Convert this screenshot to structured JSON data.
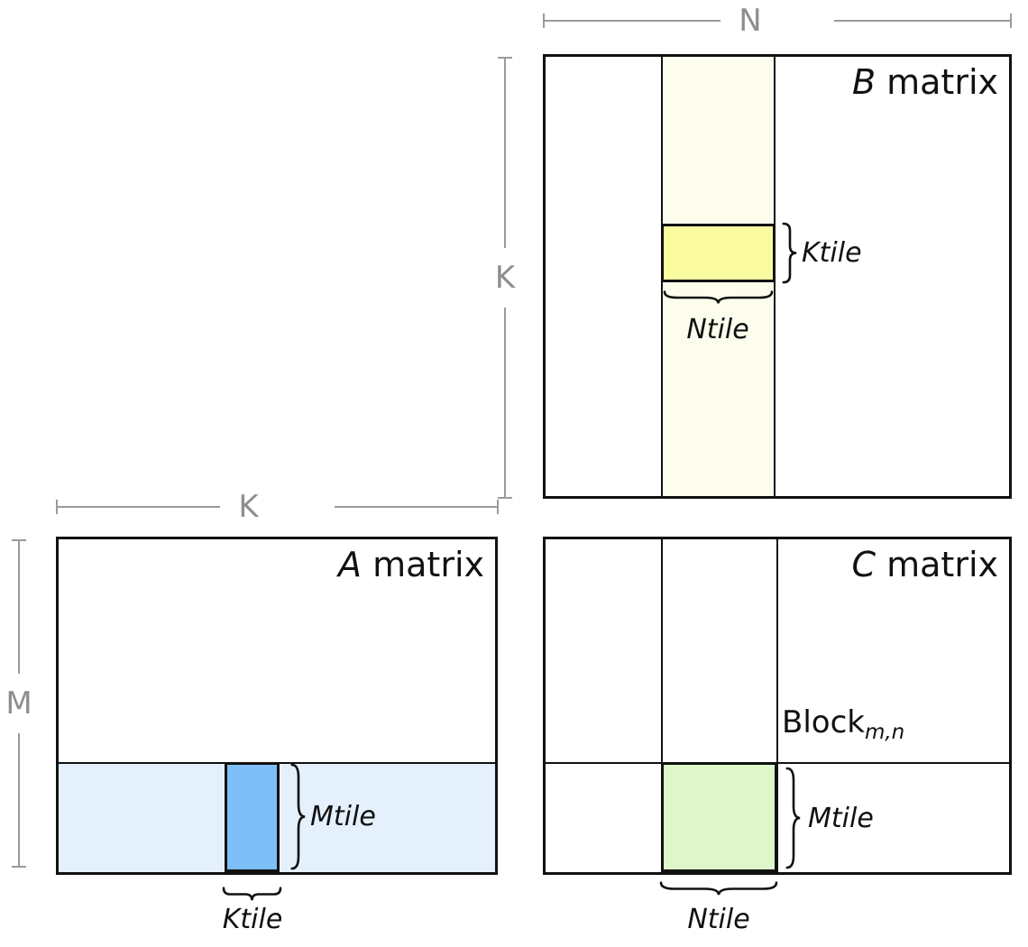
{
  "diagram": {
    "dimensions": {
      "n": "N",
      "k_b": "K",
      "k_a": "K",
      "m": "M"
    },
    "b": {
      "title_letter": "B",
      "title_rest": " matrix",
      "ktile": "Ktile",
      "ntile": "Ntile"
    },
    "a": {
      "title_letter": "A",
      "title_rest": " matrix",
      "mtile": "Mtile",
      "ktile": "Ktile"
    },
    "c": {
      "title_letter": "C",
      "title_rest": " matrix",
      "block": "Block",
      "block_sub": "m,n",
      "mtile": "Mtile",
      "ntile": "Ntile"
    }
  },
  "colors": {
    "b_column_fill": "#FDFDEE",
    "b_tile_fill": "#FAFAA1",
    "a_band_fill": "#E4F1FC",
    "a_tile_fill": "#7CBEF5",
    "c_tile_fill": "#DFF5CA",
    "dim_line": "#9B9B9B",
    "dim_text": "#8E8E8E",
    "ink": "#111111"
  }
}
